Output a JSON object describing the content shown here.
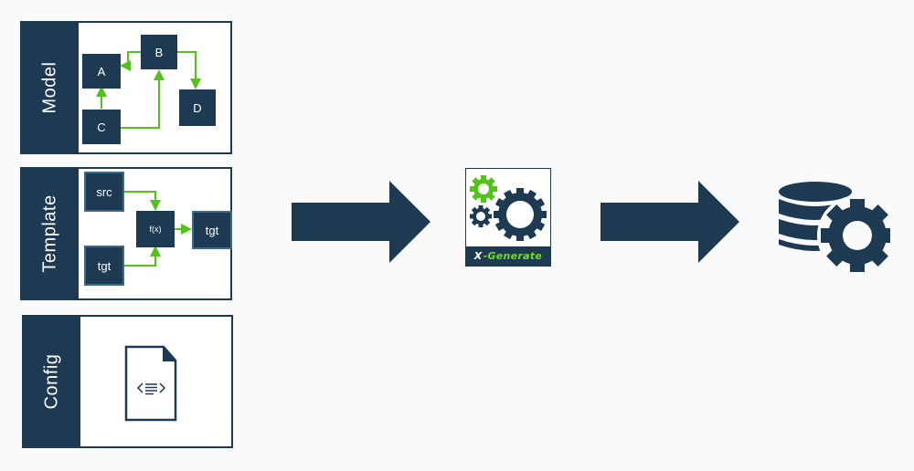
{
  "panels": {
    "model": {
      "label": "Model",
      "nodes": {
        "a": "A",
        "b": "B",
        "c": "C",
        "d": "D"
      }
    },
    "template": {
      "label": "Template",
      "nodes": {
        "src": "src",
        "tgt_in": "tgt",
        "fx": "f(x)",
        "tgt_out": "tgt"
      }
    },
    "config": {
      "label": "Config",
      "icon": "xml-document-icon"
    }
  },
  "generator": {
    "logo_text_prefix": "X",
    "logo_text": "-Generate",
    "icon": "gears-icon"
  },
  "output": {
    "icon": "database-gear-icon"
  },
  "colors": {
    "navy": "#1e3a52",
    "green": "#55c21b",
    "logo_green": "#6fdc2d",
    "background": "#fafafa"
  }
}
